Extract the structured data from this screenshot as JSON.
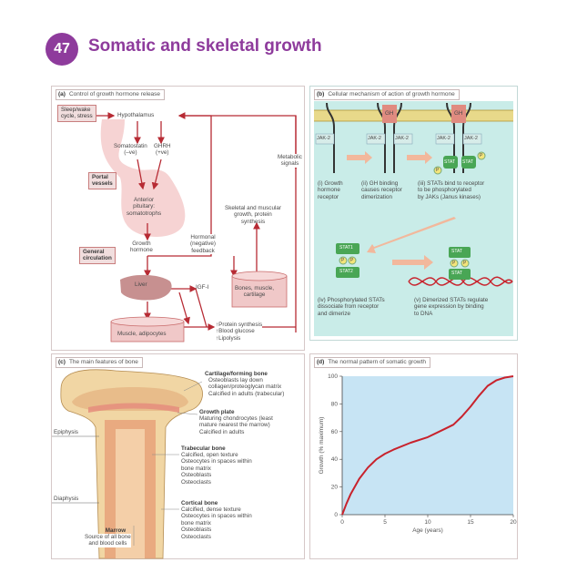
{
  "header": {
    "number": "47",
    "title": "Somatic and skeletal growth"
  },
  "panel_a": {
    "tag": "(a)",
    "title": "Control of growth hormone release",
    "sleep_box": "Sleep/wake\ncycle, stress",
    "hypothalamus": "Hypothalamus",
    "somatostatin": "Somatostatin\n(–ve)",
    "ghrh": "GHRH\n(+ve)",
    "portal_box": "Portal\nvessels",
    "anterior": "Anterior\npituitary:\nsomatotrophs",
    "growth_hormone": "Growth\nhormone",
    "general_box": "General\ncirculation",
    "liver": "Liver",
    "igf": "IGF-I",
    "bones": "Bones, muscle,\ncartilage",
    "muscle": "Muscle, adipocytes",
    "hormonal": "Hormonal\n(negative)\nfeedback",
    "skeletal": "Skeletal and muscular\ngrowth, protein\nsynthesis",
    "metabolic": "Metabolic\nsignals",
    "effects": "↑Protein synthesis\n↑Blood glucose\n↑Lipolysis"
  },
  "panel_b": {
    "tag": "(b)",
    "title": "Cellular mechanism of action of growth hormone",
    "gh": "GH",
    "jak": "JAK-2",
    "stat": "STAT",
    "stat1": "STAT1",
    "stat2": "STAT2",
    "p": "P",
    "step1": "(i) Growth\nhormone\nreceptor",
    "step2": "(ii) GH binding\ncauses receptor\ndimerization",
    "step3": "(iii) STATs bind to receptor\nto be phosphorylated\nby JAKs (Janus kinases)",
    "step4": "(iv) Phosphorylated STATs\ndissociate from receptor\nand dimerize",
    "step5": "(v) Dimerized STATs regulate\ngene expression by binding\nto DNA"
  },
  "panel_c": {
    "tag": "(c)",
    "title": "The main features of bone",
    "cartilage_title": "Cartilage/forming bone",
    "cartilage_text": "Osteoblasts lay down\ncollagen/proteoglycan matrix\nCalcified in adults (trabecular)",
    "plate_title": "Growth plate",
    "plate_text": "Maturing chondrocytes (least\nmature nearest the marrow)\nCalcified in adults",
    "trab_title": "Trabecular bone",
    "trab_text": "Calcified, open texture\nOsteocytes in spaces within\nbone matrix\nOsteoblasts\nOsteoclasts",
    "cort_title": "Cortical bone",
    "cort_text": "Calcified, dense texture\nOsteocytes in spaces within\nbone matrix\nOsteoblasts\nOsteoclasts",
    "epiphysis": "Epiphysis",
    "diaphysis": "Diaphysis",
    "marrow_title": "Marrow",
    "marrow_text": "Source of all bone\nand blood cells"
  },
  "panel_d": {
    "tag": "(d)",
    "title": "The normal pattern of somatic growth"
  },
  "colors": {
    "accent": "#8e3b9c",
    "arrow": "#b72b34",
    "panel_b_bg": "#c9ece8",
    "chart_bg": "#c7e4f4",
    "curve": "#c8222c",
    "stat": "#49a655"
  },
  "chart_data": {
    "type": "line",
    "title": "The normal pattern of somatic growth",
    "xlabel": "Age (years)",
    "ylabel": "Growth (% maximum)",
    "xlim": [
      0,
      20
    ],
    "ylim": [
      0,
      100
    ],
    "xticks": [
      0,
      5,
      10,
      15,
      20
    ],
    "yticks": [
      0,
      20,
      40,
      60,
      80,
      100
    ],
    "grid": false,
    "series": [
      {
        "x": [
          0,
          0.5,
          1,
          2,
          3,
          4,
          5,
          6,
          8,
          10,
          12,
          13,
          14,
          15,
          16,
          17,
          18,
          19,
          20
        ],
        "y": [
          0,
          8,
          15,
          26,
          34,
          40,
          44,
          47,
          52,
          56,
          62,
          65,
          71,
          78,
          86,
          93,
          97,
          99,
          100
        ]
      }
    ]
  }
}
